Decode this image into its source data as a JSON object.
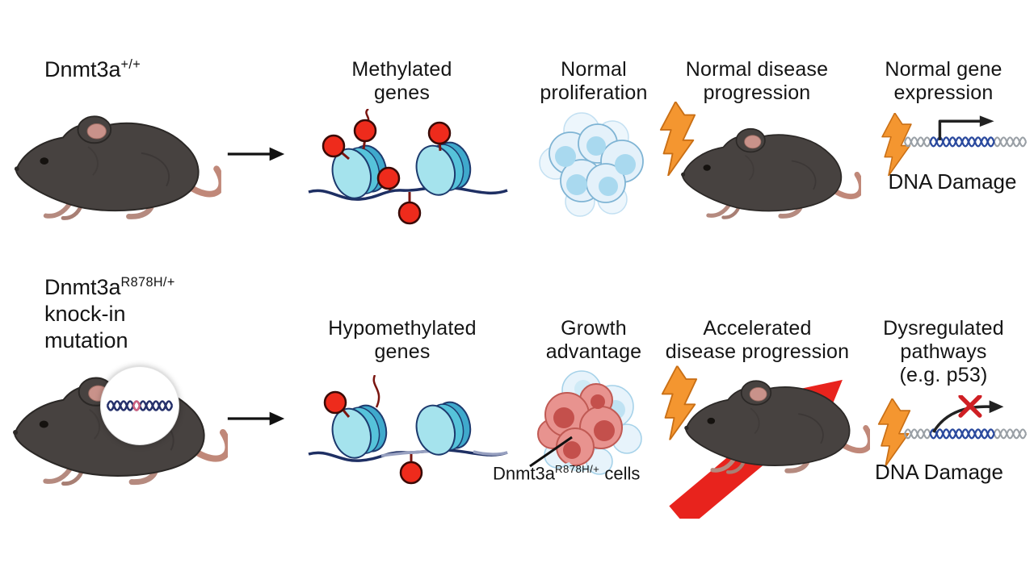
{
  "wildtype": {
    "genotype_base": "Dnmt3a",
    "genotype_sup": "+/+",
    "methylation_title": [
      "Methylated",
      "genes"
    ],
    "proliferation_title": [
      "Normal",
      "proliferation"
    ],
    "disease_title": [
      "Normal disease",
      "progression"
    ],
    "expression_title": [
      "Normal gene",
      "expression"
    ],
    "dna_damage_label": "DNA Damage"
  },
  "mutant": {
    "genotype_base": "Dnmt3a",
    "genotype_sup": "R878H/+",
    "genotype_line2": "knock-in",
    "genotype_line3": "mutation",
    "methylation_title": [
      "Hypomethylated",
      "genes"
    ],
    "proliferation_title": [
      "Growth",
      "advantage"
    ],
    "disease_title": [
      "Accelerated",
      "disease progression"
    ],
    "expression_title": [
      "Dysregulated",
      "pathways",
      "(e.g. p53)"
    ],
    "cells_label_base": "Dnmt3a",
    "cells_label_sup": "R878H/+",
    "cells_label_suffix": " cells",
    "dna_damage_label": "DNA Damage"
  },
  "icons": {
    "mouse": "mouse-illustration",
    "right_arrow": "right-arrow-icon",
    "nucleosome": "nucleosome-disks",
    "methyl_group": "red-methyl-circle",
    "lightning": "dna-damage-bolt-icon",
    "red_up_arrow": "accelerated-up-arrow-icon",
    "transcription_arrow": "promoter-arrow-icon",
    "blocked_x": "red-x-icon",
    "magnifier": "dna-zoom-circle",
    "cell_cluster": "cell-cluster"
  },
  "colors": {
    "background": "#ffffff",
    "text": "#141414",
    "methyl_red": "#ee2b1c",
    "nucleosome_cyan_light": "#a5e3ed",
    "nucleosome_cyan": "#56c3da",
    "nucleosome_outline": "#1d3a6e",
    "dna_line_navy": "#1e2f63",
    "lightning_orange": "#f49630",
    "red_arrow": "#e8231d",
    "cell_blue_fill": "#e4f1fa",
    "cell_blue_nucleus": "#a9d9ef",
    "cell_pink_fill": "#e8938f",
    "cell_pink_nucleus": "#c4504c",
    "mouse_gray": "#474240",
    "mouse_pink": "#c9928a",
    "helix_blue": "#2b4a9e",
    "helix_gray": "#9aa0a6",
    "blocked_x_red": "#cf1f24"
  }
}
